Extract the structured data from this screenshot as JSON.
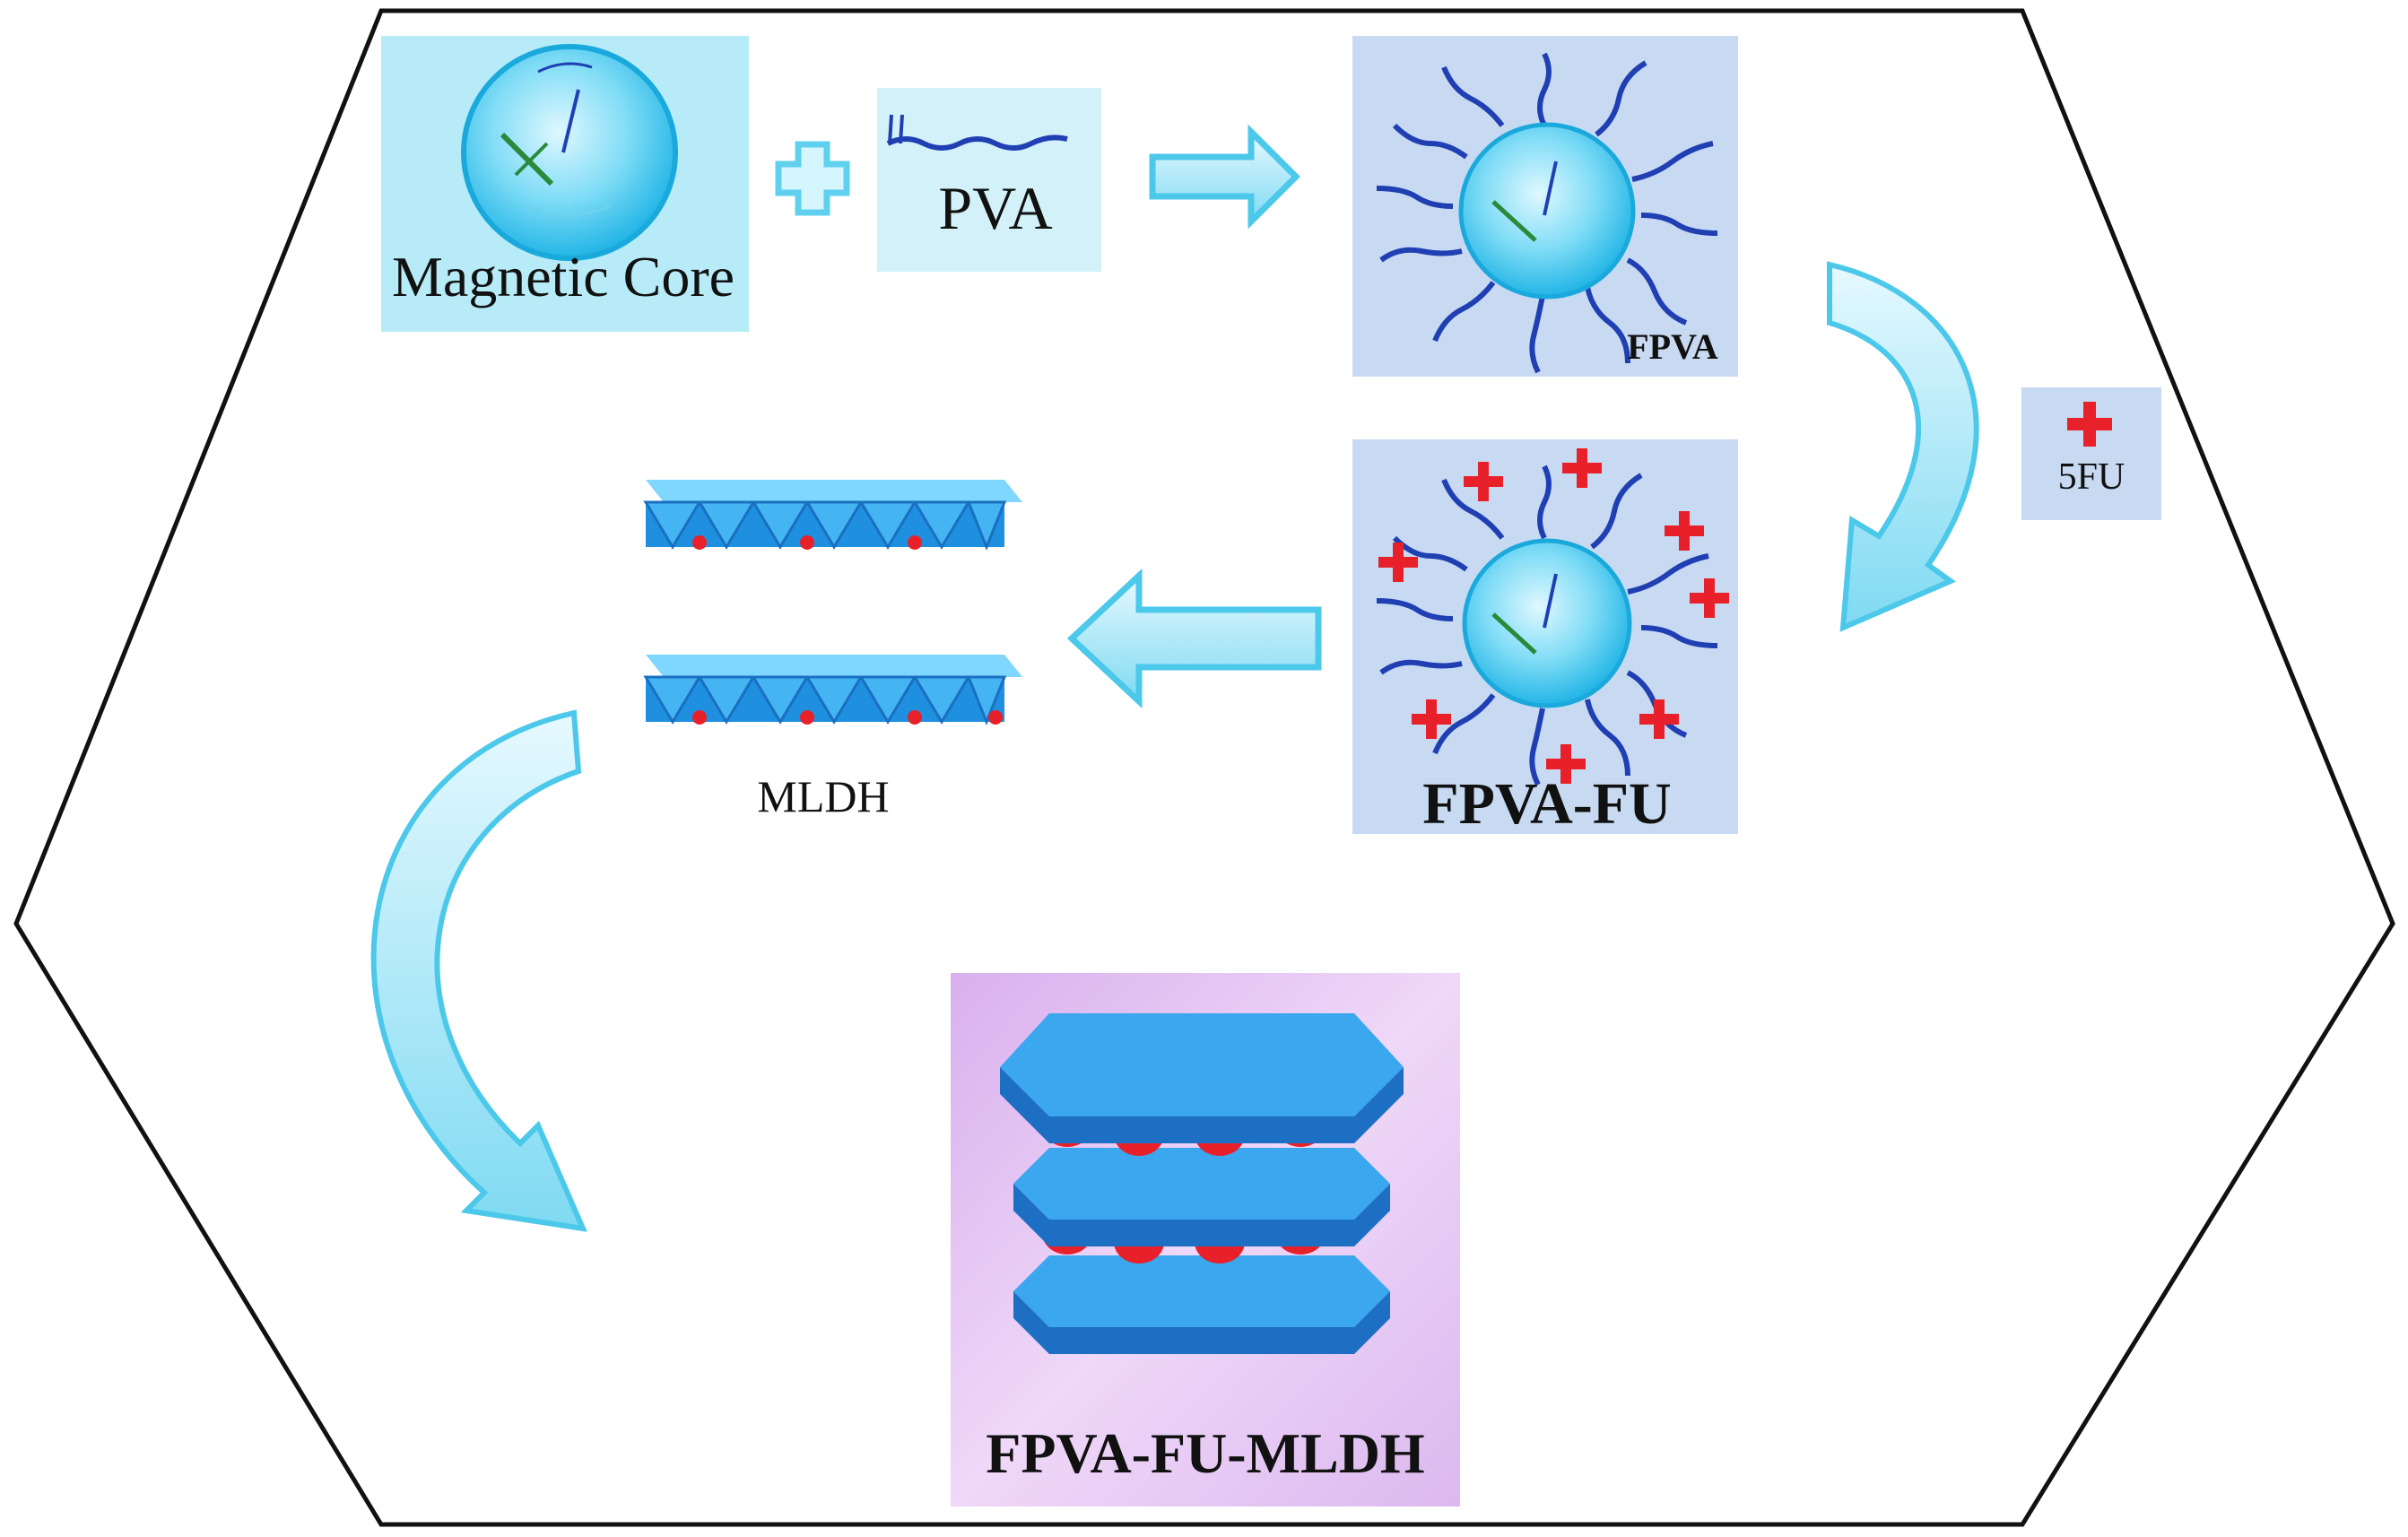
{
  "labels": {
    "magnetic_core": "Magnetic Core",
    "pva": "PVA",
    "fpva": "FPVA",
    "fu": "5FU",
    "fpva_fu": "FPVA-FU",
    "mldh": "MLDH",
    "fpva_fu_mldh": "FPVA-FU-MLDH"
  },
  "colors": {
    "outline": "#111111",
    "panel_cyan": "#b9ecf7",
    "panel_blue": "#c9dcf3",
    "panel_purple": "#e4c6f3",
    "arrow": "#5fd0ee",
    "arrow_light": "#c8f1fb",
    "core": "#39c4ec",
    "chain": "#1f3fb3",
    "drug_red": "#e8202a",
    "layer_blue": "#2fa0e8",
    "layer_dark": "#1d6fc4"
  }
}
